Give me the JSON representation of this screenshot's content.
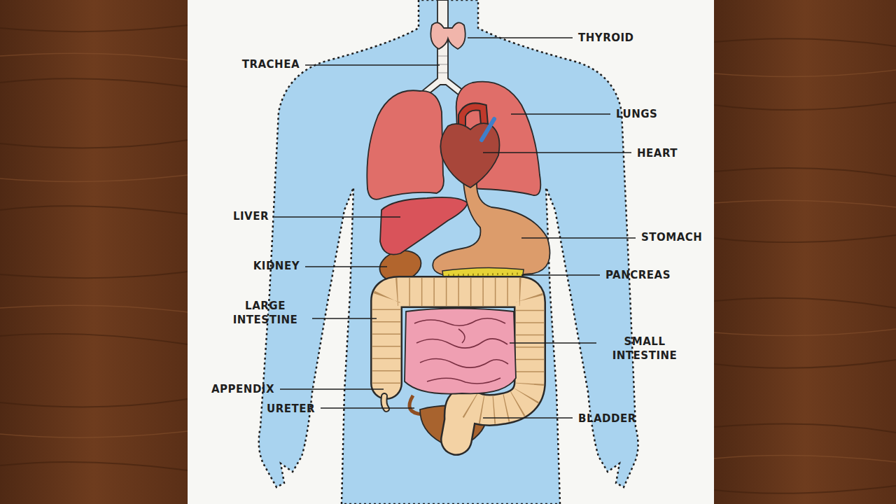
{
  "diagram": {
    "labels": [
      "THYROID",
      "TRACHEA",
      "LUNGS",
      "HEART",
      "LIVER",
      "STOMACH",
      "KIDNEY",
      "PANCREAS",
      "LARGE INTESTINE",
      "SMALL INTESTINE",
      "APPENDIX",
      "URETER",
      "BLADDER"
    ]
  }
}
